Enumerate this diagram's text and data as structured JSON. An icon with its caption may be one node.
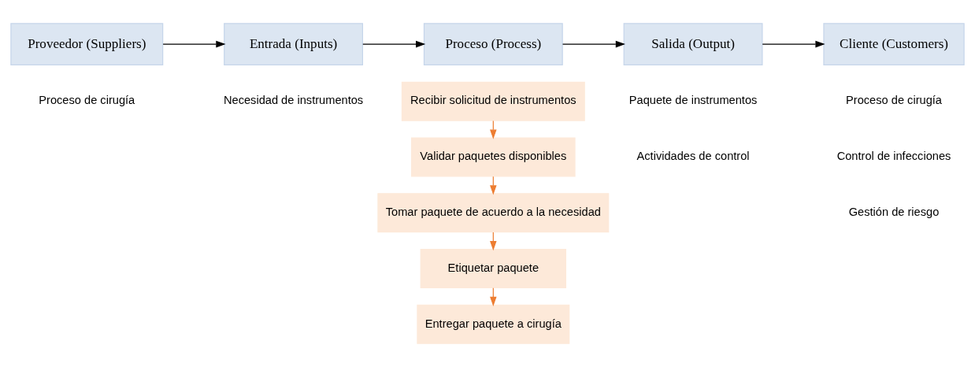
{
  "diagram": {
    "nodes": [
      {
        "text": [
          "Proveedor (Suppliers)"
        ]
      },
      {
        "text": [
          "Entrada (Inputs)"
        ]
      },
      {
        "text": [
          "Proceso (Process)"
        ]
      },
      {
        "text": [
          "Salida (Output)"
        ]
      },
      {
        "text": [
          "Cliente (Customers)"
        ]
      },
      {
        "text": [
          "Recibir solicitud de instrumentos"
        ]
      },
      {
        "text": [
          "Validar paquetes disponibles"
        ]
      },
      {
        "text": [
          "Tomar paquete de acuerdo a la necesidad"
        ]
      },
      {
        "text": [
          "Etiquetar paquete"
        ]
      },
      {
        "text": [
          "Entregar paquete a cirugía"
        ]
      }
    ],
    "edges": [
      {
        "from": 0,
        "to": 1,
        "arrow": "to"
      },
      {
        "from": 1,
        "to": 2,
        "arrow": "to"
      },
      {
        "from": 2,
        "to": 3,
        "arrow": "to"
      },
      {
        "from": 3,
        "to": 4,
        "arrow": "to"
      },
      {
        "from": 5,
        "to": 6,
        "arrow": "to",
        "color": "#ed7d31"
      },
      {
        "from": 6,
        "to": 7,
        "arrow": "to",
        "color": "#ed7d31"
      },
      {
        "from": 7,
        "to": 8,
        "arrow": "to",
        "color": "#ed7d31"
      },
      {
        "from": 8,
        "to": 9,
        "arrow": "to",
        "color": "#ed7d31"
      }
    ],
    "labels": [
      "Proceso de cirugía",
      "Necesidad de instrumentos",
      "Paquete de instrumentos",
      "Actividades de control",
      "Proceso de cirugía",
      "Control de infecciones",
      "Gestión de riesgo"
    ]
  }
}
